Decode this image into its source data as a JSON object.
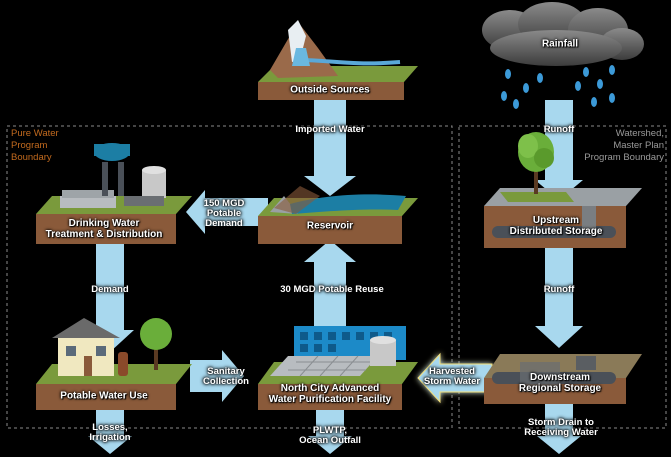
{
  "colors": {
    "background": "#000000",
    "arrow": "#a8d8ee",
    "ground_top": "#7a9a3c",
    "ground_side": "#8a5a3a",
    "boundary_line": "#8a8a8a",
    "pure_water_text": "#c26a1e",
    "watershed_text": "#9a9a9a",
    "water": "#5aa8d8"
  },
  "boundaries": {
    "pure_water": "Pure Water\nProgram\nBoundary",
    "watershed": "Watershed,\nMaster Plan\nProgram Boundary"
  },
  "nodes": {
    "rainfall": "Rainfall",
    "outside_sources": "Outside Sources",
    "drinking_water": "Drinking Water\nTreatment & Distribution",
    "reservoir": "Reservoir",
    "upstream_storage": "Upstream\nDistributed Storage",
    "potable_use": "Potable Water Use",
    "north_city": "North City Advanced\nWater Purification Facility",
    "downstream_storage": "Downstream\nRegional Storage"
  },
  "flows": {
    "imported_water": "Imported Water",
    "runoff_top": "Runoff",
    "potable_demand": "150 MGD\nPotable\nDemand",
    "potable_reuse": "30 MGD Potable Reuse",
    "demand": "Demand",
    "runoff_mid": "Runoff",
    "sanitary": "Sanitary\nCollection",
    "harvested": "Harvested\nStorm Water",
    "losses": "Losses,\nIrrigation",
    "plwtp": "PLWTP,\nOcean Outfall",
    "storm_drain": "Storm Drain to\nReceiving Water"
  }
}
